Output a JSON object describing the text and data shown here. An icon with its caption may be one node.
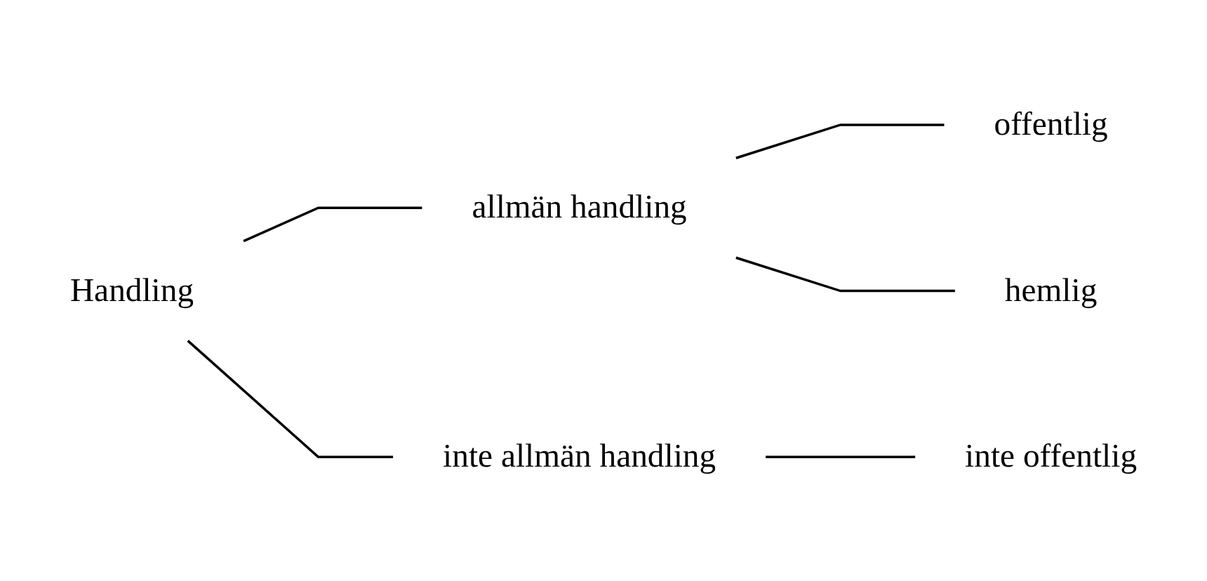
{
  "diagram": {
    "nodes": [
      {
        "text": [
          "Handling"
        ]
      },
      {
        "text": [
          "allmän handling"
        ]
      },
      {
        "text": [
          "inte allmän handling"
        ]
      },
      {
        "text": [
          "offentlig"
        ]
      },
      {
        "text": [
          "hemlig"
        ]
      },
      {
        "text": [
          "inte offentlig"
        ]
      }
    ],
    "edges": [
      {
        "from": 0,
        "to": 1,
        "arrow": "none"
      },
      {
        "from": 0,
        "to": 2,
        "arrow": "none"
      },
      {
        "from": 1,
        "to": 3,
        "arrow": "none"
      },
      {
        "from": 1,
        "to": 4,
        "arrow": "none"
      },
      {
        "from": 2,
        "to": 5,
        "arrow": "none"
      }
    ]
  }
}
